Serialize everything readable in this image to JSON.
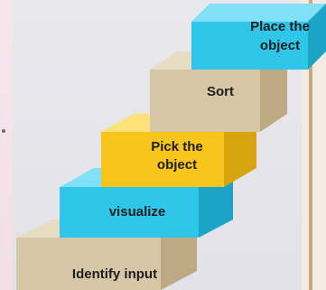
{
  "steps": [
    {
      "label": "Identify input",
      "color": "beige"
    },
    {
      "label": "visualize",
      "color": "blue"
    },
    {
      "label_lines": [
        "Pick the",
        "object"
      ],
      "color": "yellow"
    },
    {
      "label": "Sort",
      "color": "beige"
    },
    {
      "label_lines": [
        "Place the",
        "object"
      ],
      "color": "blue"
    }
  ],
  "colors": {
    "beige_front": "#d8c7a6",
    "beige_top": "#e8dcc3",
    "beige_side": "#bda983",
    "blue_front": "#2fc6ea",
    "blue_top": "#7fe0f6",
    "blue_side": "#1ba4c6",
    "yellow_front": "#f7c51b",
    "yellow_top": "#fde27a",
    "yellow_side": "#d7a40d"
  }
}
